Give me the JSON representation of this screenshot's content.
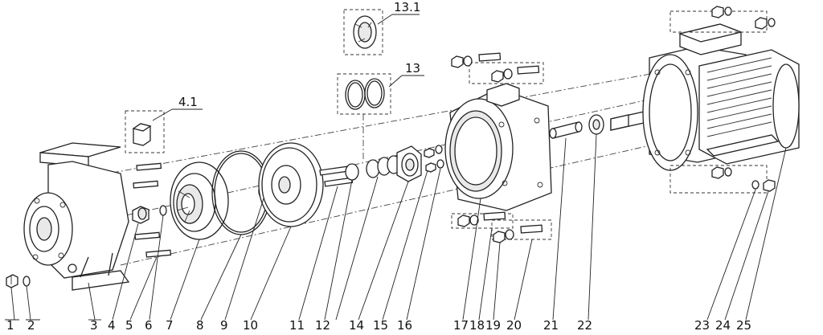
{
  "labels": {
    "p1": "1",
    "p2": "2",
    "p3": "3",
    "p4": "4",
    "p5": "5",
    "p6": "6",
    "p7": "7",
    "p8": "8",
    "p9": "9",
    "p10": "10",
    "p11": "11",
    "p12": "12",
    "p14": "14",
    "p15": "15",
    "p16": "16",
    "p17": "17",
    "p18": "18",
    "p19": "19",
    "p20": "20",
    "p21": "21",
    "p22": "22",
    "p23": "23",
    "p24": "24",
    "p25": "25",
    "p4_1": "4.1",
    "p13": "13",
    "p13_1": "13.1"
  }
}
